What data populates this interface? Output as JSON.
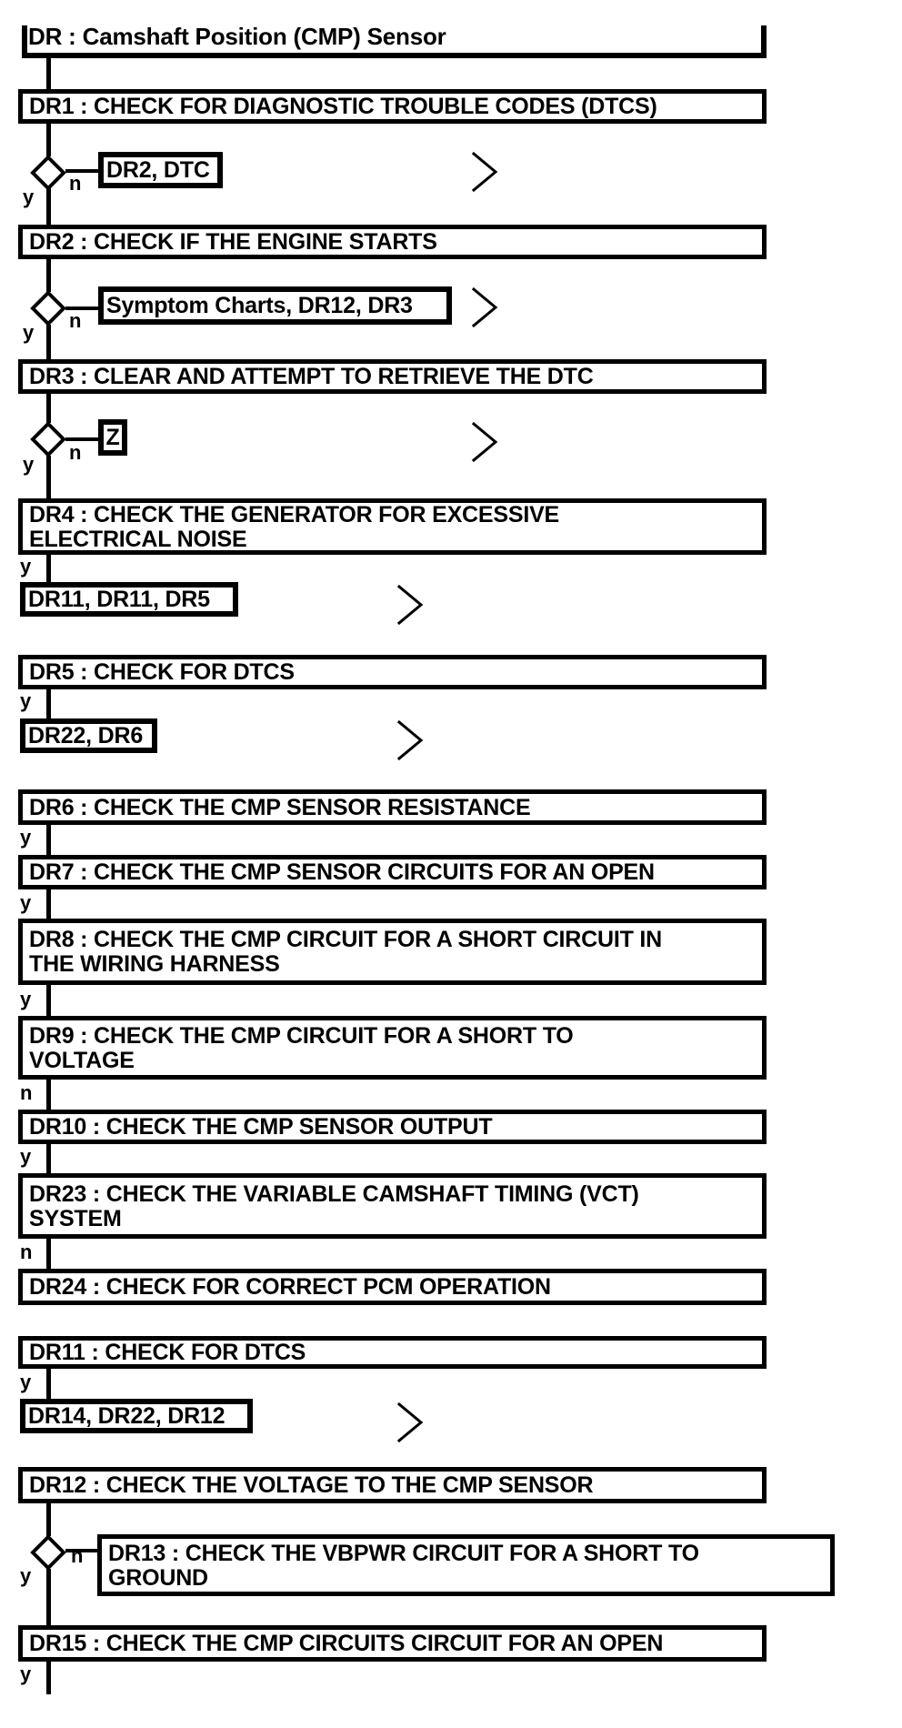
{
  "diagram": {
    "title": "DR : Camshaft Position (CMP) Sensor",
    "branch_labels": {
      "yes": "y",
      "no": "n"
    },
    "colors": {
      "line": "#000000",
      "background": "#ffffff"
    },
    "boxes": {
      "dr1": {
        "lines": [
          "DR1 : CHECK FOR DIAGNOSTIC TROUBLE CODES (DTCS)"
        ]
      },
      "dr2": {
        "lines": [
          "DR2 : CHECK IF THE ENGINE STARTS"
        ]
      },
      "dr3": {
        "lines": [
          "DR3 : CLEAR AND ATTEMPT TO RETRIEVE THE DTC"
        ]
      },
      "dr4": {
        "lines": [
          "DR4 : CHECK THE GENERATOR FOR EXCESSIVE",
          "ELECTRICAL NOISE"
        ]
      },
      "dr5": {
        "lines": [
          "DR5 : CHECK FOR DTCS"
        ]
      },
      "dr6": {
        "lines": [
          "DR6 : CHECK THE CMP SENSOR RESISTANCE"
        ]
      },
      "dr7": {
        "lines": [
          "DR7 : CHECK THE CMP SENSOR CIRCUITS FOR AN OPEN"
        ]
      },
      "dr8": {
        "lines": [
          "DR8 : CHECK THE CMP CIRCUIT FOR A SHORT CIRCUIT IN",
          "THE WIRING HARNESS"
        ]
      },
      "dr9": {
        "lines": [
          "DR9 : CHECK THE CMP CIRCUIT FOR A SHORT TO",
          "VOLTAGE"
        ]
      },
      "dr10": {
        "lines": [
          "DR10 : CHECK THE CMP SENSOR OUTPUT"
        ]
      },
      "dr23": {
        "lines": [
          "DR23 : CHECK THE VARIABLE CAMSHAFT TIMING (VCT)",
          "SYSTEM"
        ]
      },
      "dr24": {
        "lines": [
          "DR24 : CHECK FOR CORRECT PCM OPERATION"
        ]
      },
      "dr11": {
        "lines": [
          "DR11 : CHECK FOR DTCS"
        ]
      },
      "dr12": {
        "lines": [
          "DR12 : CHECK THE VOLTAGE TO THE CMP SENSOR"
        ]
      },
      "dr13": {
        "lines": [
          "DR13 : CHECK THE VBPWR CIRCUIT FOR A SHORT TO",
          "GROUND"
        ]
      },
      "dr15": {
        "lines": [
          "DR15 : CHECK THE CMP CIRCUITS CIRCUIT FOR AN OPEN"
        ]
      }
    },
    "goto": {
      "dr1_no": "DR2, DTC",
      "dr2_no": "Symptom Charts, DR12, DR3",
      "dr3_no": "Z",
      "dr4_yes": "DR11, DR11, DR5",
      "dr5_yes": "DR22, DR6",
      "dr11_yes": "DR14, DR22, DR12"
    }
  }
}
